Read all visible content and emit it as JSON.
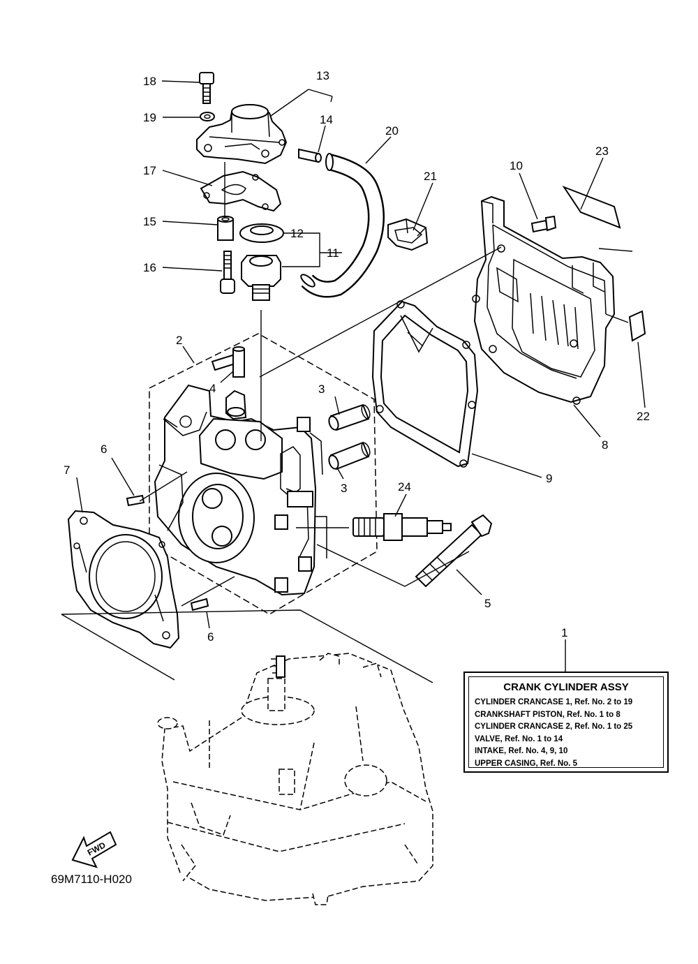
{
  "catalog_code": "69M7110-H020",
  "fwd_label": "FWD",
  "info_box": {
    "ref_number": "1",
    "title": "CRANK CYLINDER ASSY",
    "lines": [
      "CYLINDER CRANCASE 1,  Ref. No. 2 to 19",
      "CRANKSHAFT PISTON,  Ref. No. 1 to 8",
      "CYLINDER CRANCASE 2,  Ref. No. 1 to 25",
      "VALVE,  Ref. No. 1 to 14",
      "INTAKE,  Ref. No. 4, 9, 10",
      "UPPER CASING,  Ref. No. 5"
    ]
  },
  "callouts": {
    "c2": "2",
    "c3a": "3",
    "c3b": "3",
    "c4": "4",
    "c5": "5",
    "c6a": "6",
    "c6b": "6",
    "c7": "7",
    "c8": "8",
    "c9": "9",
    "c10": "10",
    "c11": "11",
    "c12": "12",
    "c13": "13",
    "c14": "14",
    "c15": "15",
    "c16": "16",
    "c17": "17",
    "c18": "18",
    "c19": "19",
    "c20": "20",
    "c21": "21",
    "c22": "22",
    "c23": "23",
    "c24": "24"
  }
}
